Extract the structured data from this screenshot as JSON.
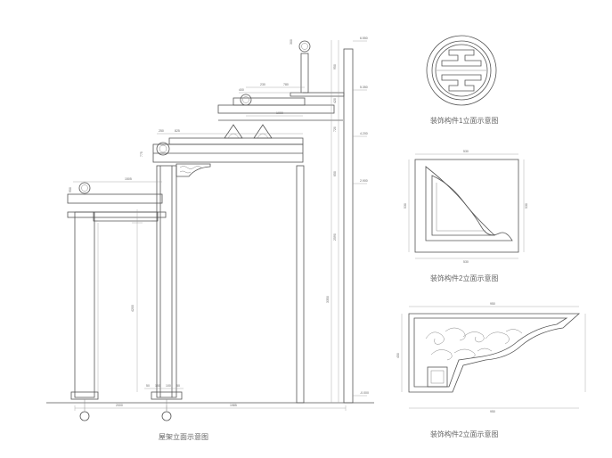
{
  "captions": {
    "frame": "屋架立面示意图",
    "ornament1": "装饰构件1立面示意图",
    "ornament2a": "装饰构件2立面示意图",
    "ornament2b": "装饰构件2立面示意图"
  },
  "level_marks": [
    "6.550",
    "5.350",
    "4.200",
    "2.900",
    "-0.000"
  ],
  "frame_dims": {
    "top_post": "300",
    "tier1": [
      "230",
      "780"
    ],
    "tier2": [
      "400",
      "1000"
    ],
    "tier3": [
      "250",
      "825",
      "775"
    ],
    "tier4": [
      "1505",
      "950"
    ],
    "bottom": [
      "2000",
      "1985"
    ],
    "base": [
      "50",
      "150",
      "100",
      "50"
    ],
    "vertical_left": [
      "4200"
    ],
    "vertical_right": [
      "950",
      "420",
      "720",
      "650",
      "2590",
      "3350"
    ]
  },
  "ornament1_dims": [],
  "ornament2a_dims": {
    "width_top": "530",
    "width_bottom": "530",
    "height_left": "530",
    "height_right": "530"
  },
  "ornament2b_dims": {
    "width_top": "950",
    "width_bottom": "950",
    "height": "450"
  }
}
